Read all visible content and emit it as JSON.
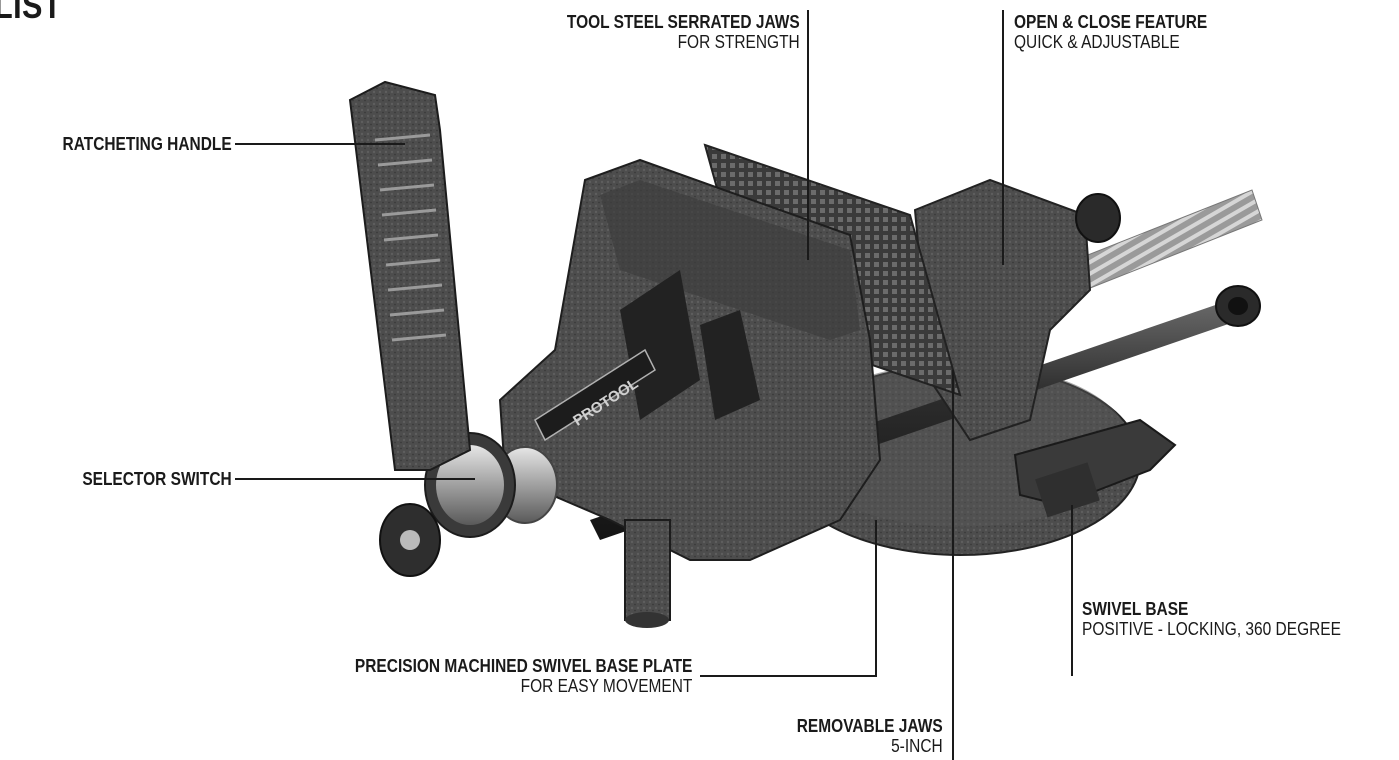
{
  "title": "LIST",
  "callouts": {
    "ratcheting_handle": {
      "head": "RATCHETING HANDLE"
    },
    "selector_switch": {
      "head": "SELECTOR SWITCH"
    },
    "serrated_jaws": {
      "head": "TOOL STEEL SERRATED JAWS",
      "sub": "FOR STRENGTH"
    },
    "open_close": {
      "head": "OPEN & CLOSE FEATURE",
      "sub": "QUICK & ADJUSTABLE"
    },
    "swivel_base": {
      "head": "SWIVEL BASE",
      "sub": "POSITIVE - LOCKING, 360 DEGREE"
    },
    "base_plate": {
      "head": "PRECISION MACHINED SWIVEL BASE PLATE",
      "sub": "FOR EASY MOVEMENT"
    },
    "removable_jaws": {
      "head": "REMOVABLE JAWS",
      "sub": "5-INCH"
    }
  },
  "product": {
    "brand_label": "PROTOOL",
    "body_color": "#4a4a4a",
    "shadow_color": "#2a2a2a",
    "steel_color": "#a8a8a8"
  }
}
